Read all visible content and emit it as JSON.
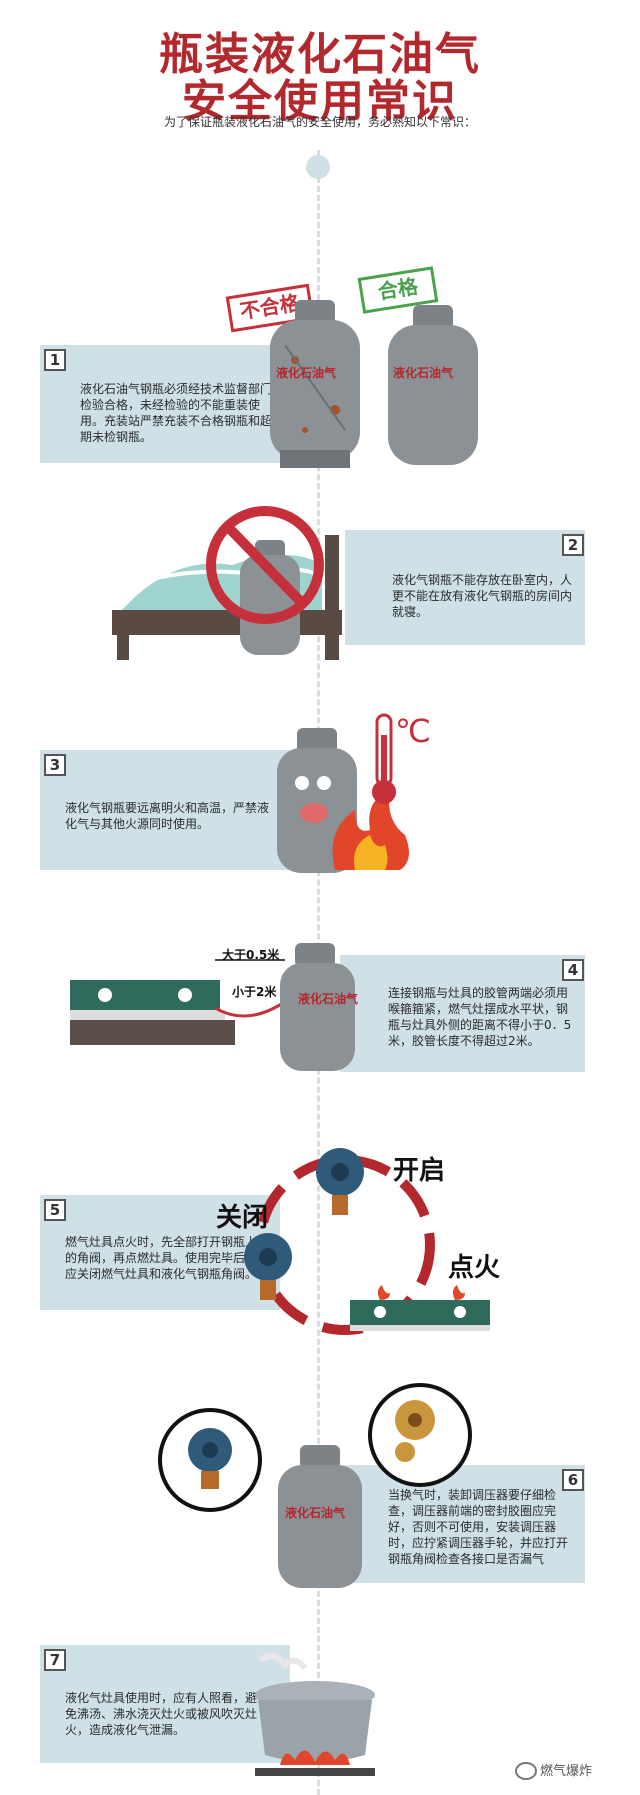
{
  "header": {
    "title_line1": "瓶装液化石油气",
    "title_line2": "安全使用常识",
    "subtitle": "为了保证瓶装液化石油气的安全使用，务必熟知以下常识："
  },
  "steps": [
    {
      "number": "1",
      "text": "液化石油气钢瓶必须经技术监督部门检验合格，未经检验的不能重装使用。充装站严禁充装不合格钢瓶和超期未检钢瓶。"
    },
    {
      "number": "2",
      "text": "液化气钢瓶不能存放在卧室内，人更不能在放有液化气钢瓶的房间内就寝。"
    },
    {
      "number": "3",
      "text": "液化气钢瓶要远离明火和高温，严禁液化气与其他火源同时使用。"
    },
    {
      "number": "4",
      "text": "连接钢瓶与灶具的胶管两端必须用喉箍箍紧，燃气灶摆成水平状，钢瓶与灶具外侧的距离不得小于0．5米，胶管长度不得超过2米。"
    },
    {
      "number": "5",
      "text": "燃气灶具点火时，先全部打开钢瓶上的角阀，再点燃灶具。使用完毕后，应关闭燃气灶具和液化气钢瓶角阀。"
    },
    {
      "number": "6",
      "text": "当换气时，装卸调压器要仔细检查，调压器前端的密封胶圈应完好，否则不可使用，安装调压器时，应拧紧调压器手轮，并应打开钢瓶角阀检查各接口是否漏气"
    },
    {
      "number": "7",
      "text": "液化气灶具使用时，应有人照看，避免沸汤、沸水浇灭灶火或被风吹灭灶火，造成液化气泄漏。"
    }
  ],
  "labels": {
    "stamp_bad": "不合格",
    "stamp_good": "合格",
    "cylinder_text": "液化石油气",
    "celsius": "℃",
    "distance_label": "大于0.5米",
    "hose_label": "小于2米",
    "open": "开启",
    "close": "关闭",
    "ignite": "点火"
  },
  "footer": {
    "watermark": "燃气爆炸"
  },
  "colors": {
    "red": "#b3282d",
    "panel": "#cfe0e6",
    "cylinder": "#8c9196",
    "stove": "#2e6b5d"
  }
}
